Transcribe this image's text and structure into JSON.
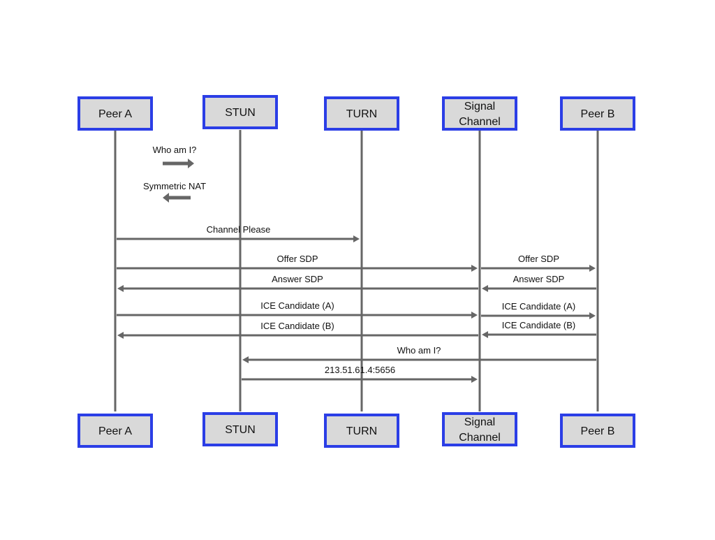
{
  "participants": [
    {
      "id": "peer-a",
      "lines": [
        "Peer A"
      ]
    },
    {
      "id": "stun",
      "lines": [
        "STUN"
      ]
    },
    {
      "id": "turn",
      "lines": [
        "TURN"
      ]
    },
    {
      "id": "signal-channel",
      "lines": [
        "Signal",
        "Channel"
      ]
    },
    {
      "id": "peer-b",
      "lines": [
        "Peer B"
      ]
    }
  ],
  "self_notes": [
    {
      "label": "Who am I?",
      "direction": "right"
    },
    {
      "label": "Symmetric NAT",
      "direction": "left"
    }
  ],
  "messages": [
    {
      "from": 0,
      "to": 2,
      "label": "Channel Please"
    },
    {
      "from": 0,
      "to": 3,
      "label": "Offer SDP"
    },
    {
      "from": 3,
      "to": 4,
      "label": "Offer SDP"
    },
    {
      "from": 3,
      "to": 0,
      "label": "Answer SDP"
    },
    {
      "from": 4,
      "to": 3,
      "label": "Answer SDP"
    },
    {
      "from": 0,
      "to": 3,
      "label": "ICE Candidate (A)"
    },
    {
      "from": 3,
      "to": 4,
      "label": "ICE Candidate (A)"
    },
    {
      "from": 3,
      "to": 0,
      "label": "ICE Candidate (B)"
    },
    {
      "from": 4,
      "to": 3,
      "label": "ICE Candidate (B)"
    },
    {
      "from": 4,
      "to": 1,
      "label": "Who am I?"
    },
    {
      "from": 1,
      "to": 3,
      "label": "213.51.61.4:5656"
    }
  ],
  "colors": {
    "box_border": "#2b3ee6",
    "box_fill": "#d9d9d9",
    "line": "#666666"
  }
}
